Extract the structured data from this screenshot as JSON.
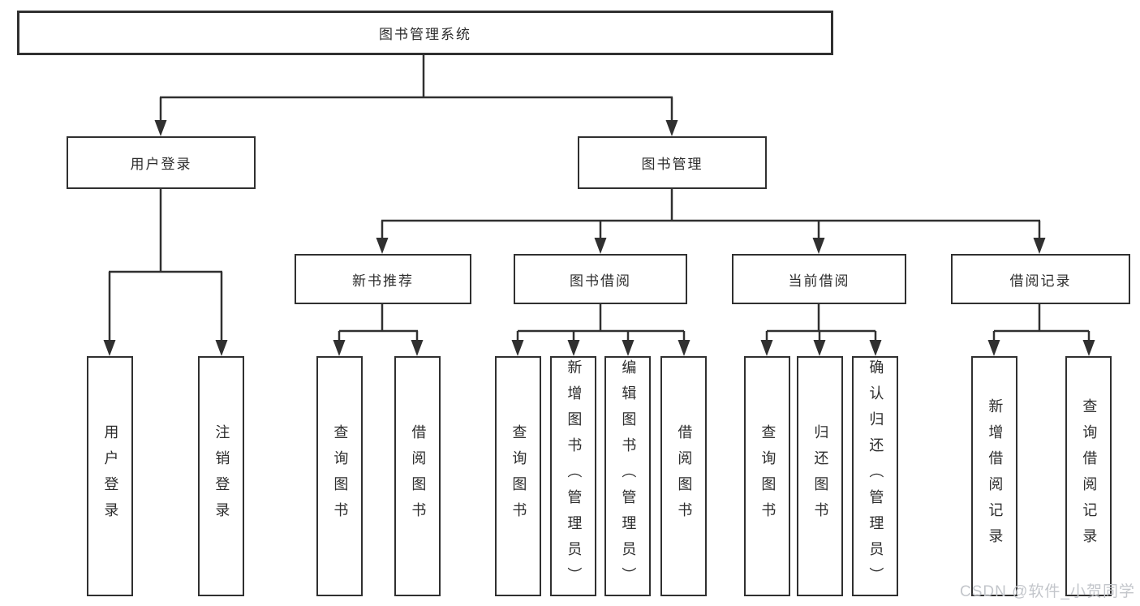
{
  "tree": {
    "label": "图书管理系统",
    "children": [
      {
        "label": "用户登录",
        "children": [
          {
            "label": "用户登录"
          },
          {
            "label": "注销登录"
          }
        ]
      },
      {
        "label": "图书管理",
        "children": [
          {
            "label": "新书推荐",
            "children": [
              {
                "label": "查询图书"
              },
              {
                "label": "借阅图书"
              }
            ]
          },
          {
            "label": "图书借阅",
            "children": [
              {
                "label": "查询图书"
              },
              {
                "label": "新增图书（管理员）"
              },
              {
                "label": "编辑图书（管理员）"
              },
              {
                "label": "借阅图书"
              }
            ]
          },
          {
            "label": "当前借阅",
            "children": [
              {
                "label": "查询图书"
              },
              {
                "label": "归还图书"
              },
              {
                "label": "确认归还（管理员）"
              }
            ]
          },
          {
            "label": "借阅记录",
            "children": [
              {
                "label": "新增借阅记录"
              },
              {
                "label": "查询借阅记录"
              }
            ]
          }
        ]
      }
    ]
  },
  "watermark": {
    "text": "CSDN @软件_小贺同学",
    "color": "#c3c6cb"
  },
  "colors": {
    "line": "#303030",
    "box_border": "#303030",
    "box_fill": "#ffffff",
    "text": "#2d2d2d",
    "background": "#ffffff"
  }
}
